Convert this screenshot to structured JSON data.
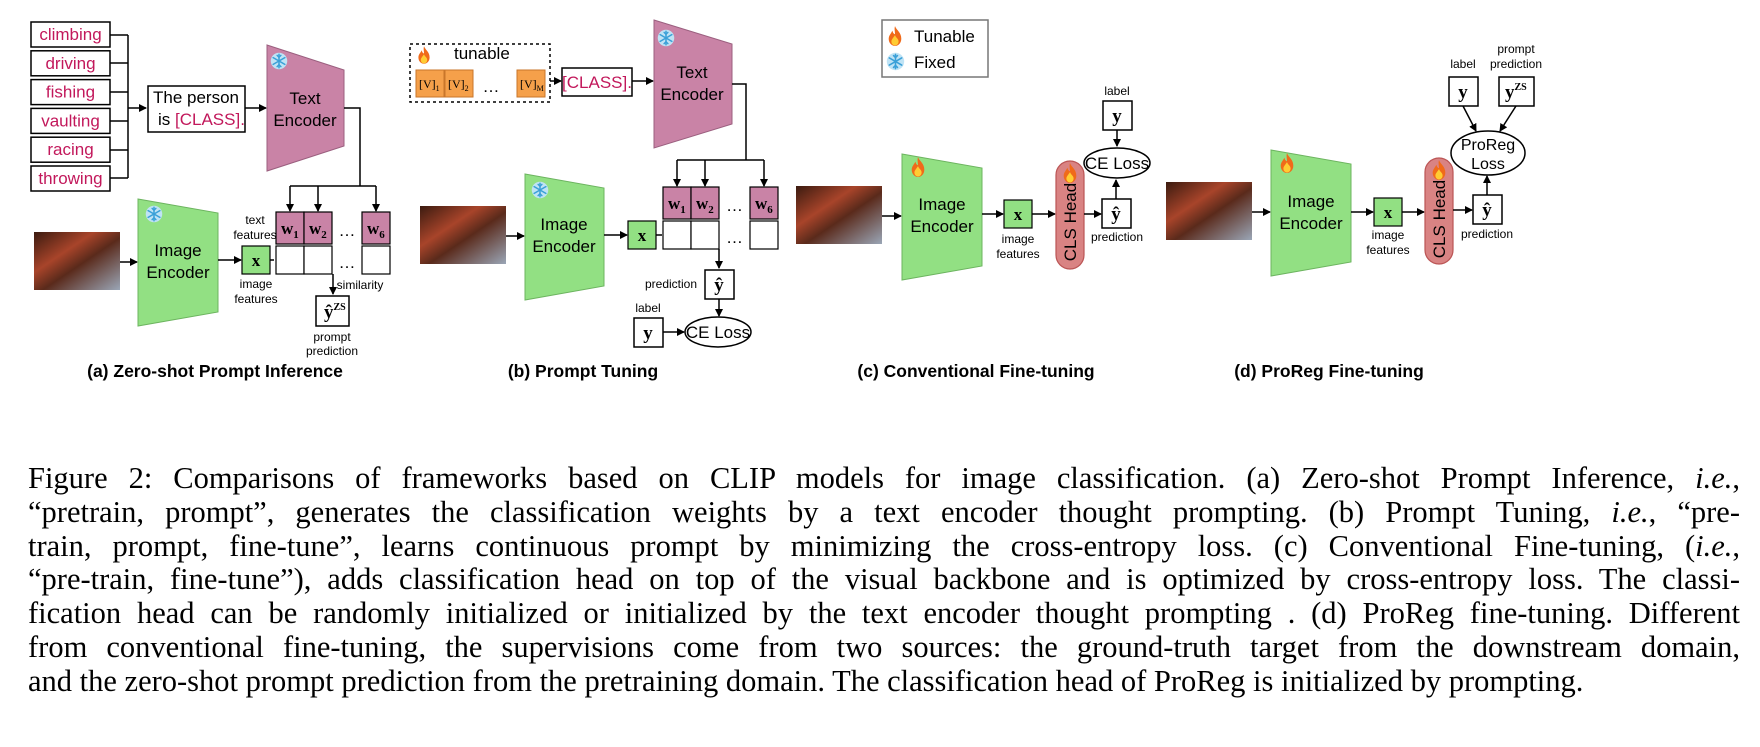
{
  "legend": {
    "tunable": "Tunable",
    "fixed": "Fixed"
  },
  "panel_a": {
    "actions": [
      "climbing",
      "driving",
      "fishing",
      "vaulting",
      "racing",
      "throwing"
    ],
    "prompt_line1": "The person",
    "prompt_line2": "is ",
    "prompt_class": "[CLASS].",
    "text_encoder": [
      "Text",
      "Encoder"
    ],
    "image_encoder": [
      "Image",
      "Encoder"
    ],
    "text_features": [
      "text",
      "features"
    ],
    "weights": [
      "w",
      "w",
      "w"
    ],
    "weight_subs": [
      "1",
      "2",
      "6"
    ],
    "ellipsis": "…",
    "x": "x",
    "image_features": [
      "image",
      "features"
    ],
    "similarity": "similarity",
    "yzs": "ŷ",
    "yzs_sup": "ZS",
    "prompt_prediction": [
      "prompt",
      "prediction"
    ],
    "caption": "(a) Zero-shot Prompt Inference"
  },
  "panel_b": {
    "tunable": "tunable",
    "ctx_tokens": [
      "[V]",
      "[V]",
      "[V]"
    ],
    "ctx_subs": [
      "1",
      "2",
      "M"
    ],
    "ellipsis": "…",
    "class_token": "[CLASS].",
    "text_encoder": [
      "Text",
      "Encoder"
    ],
    "image_encoder": [
      "Image",
      "Encoder"
    ],
    "weights": [
      "w",
      "w",
      "w"
    ],
    "weight_subs": [
      "1",
      "2",
      "6"
    ],
    "x": "x",
    "prediction": "prediction",
    "yhat": "ŷ",
    "label": "label",
    "y": "y",
    "ce_loss": "CE Loss",
    "caption": "(b) Prompt Tuning"
  },
  "panel_c": {
    "image_encoder": [
      "Image",
      "Encoder"
    ],
    "x": "x",
    "image_features": [
      "image",
      "features"
    ],
    "cls_head": "CLS Head",
    "yhat": "ŷ",
    "prediction": "prediction",
    "label": "label",
    "y": "y",
    "ce_loss": "CE Loss",
    "caption": "(c) Conventional Fine-tuning"
  },
  "panel_d": {
    "image_encoder": [
      "Image",
      "Encoder"
    ],
    "x": "x",
    "image_features": [
      "image",
      "features"
    ],
    "cls_head": "CLS Head",
    "yhat": "ŷ",
    "prediction": "prediction",
    "label": "label",
    "y": "y",
    "prompt_prediction": [
      "prompt",
      "prediction"
    ],
    "yzs": "y",
    "yzs_sup": "ZS",
    "proreg_loss": [
      "ProReg",
      "Loss"
    ],
    "caption": "(d) ProReg Fine-tuning"
  },
  "figure_caption": [
    [
      "Figure 2: Comparisons of frameworks based on CLIP models for image classification. (a) Zero-shot Prompt Inference, ",
      "i.e.",
      ","
    ],
    [
      "“pretrain, prompt”, generates the classification weights by a text encoder thought prompting. (b) Prompt Tuning, ",
      "i.e.",
      ", “pre-"
    ],
    [
      "train, prompt, fine-tune”, learns continuous prompt by minimizing the cross-entropy loss. (c) Conventional Fine-tuning, (",
      "i.e.",
      ","
    ],
    [
      "“pre-train, fine-tune”), adds classification head on top of the visual backbone and is optimized by cross-entropy loss. The classi-",
      "",
      ""
    ],
    [
      "fication head can be randomly initialized or initialized by the text encoder thought prompting . (d) ProReg fine-tuning. Different",
      "",
      ""
    ],
    [
      "from conventional fine-tuning, the supervisions come from two sources: the ground-truth target from the downstream domain,",
      "",
      ""
    ],
    [
      "and the zero-shot prompt prediction from the pretraining domain. The classification head of ProReg is initialized by prompting.",
      "",
      ""
    ]
  ],
  "colors": {
    "encoder_green": "#92e083",
    "encoder_pink": "#c983a6",
    "weight_pink": "#c983a6",
    "class_magenta": "#c2185b",
    "context_orange": "#f5a04a",
    "cls_head_red": "#d98383"
  }
}
